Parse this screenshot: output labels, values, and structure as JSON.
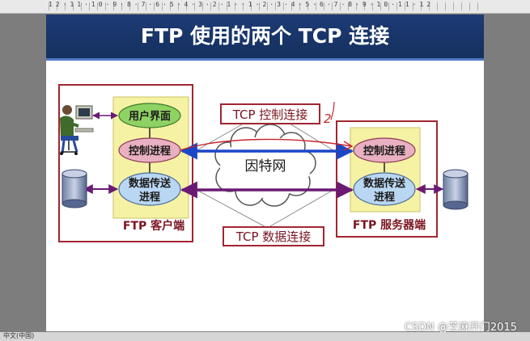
{
  "slide": {
    "title": "FTP 使用的两个 TCP 连接"
  },
  "diagram": {
    "client": {
      "label": "FTP 客户端",
      "ui": "用户界面",
      "control": "控制进程",
      "data_line1": "数据传送",
      "data_line2": "进程"
    },
    "server": {
      "label": "FTP 服务器端",
      "control": "控制进程",
      "data_line1": "数据传送",
      "data_line2": "进程"
    },
    "internet": "因特网",
    "control_conn": "TCP 控制连接",
    "data_conn": "TCP 数据连接",
    "annotation": "2"
  },
  "status": {
    "language": "中文(中国)"
  },
  "watermark": "CSDN @芝麻开门2015",
  "colors": {
    "title_bar": "#1d3b75",
    "box_border": "#a12631",
    "client_panel": "#f6f2a3",
    "ui_ellipse": "#8fd264",
    "control_ellipse": "#e8b0c0",
    "data_ellipse": "#b9d6f2",
    "label_text": "#7a1520",
    "blue_arrow": "#1a47c7",
    "purple_arrow": "#6a1a75"
  }
}
